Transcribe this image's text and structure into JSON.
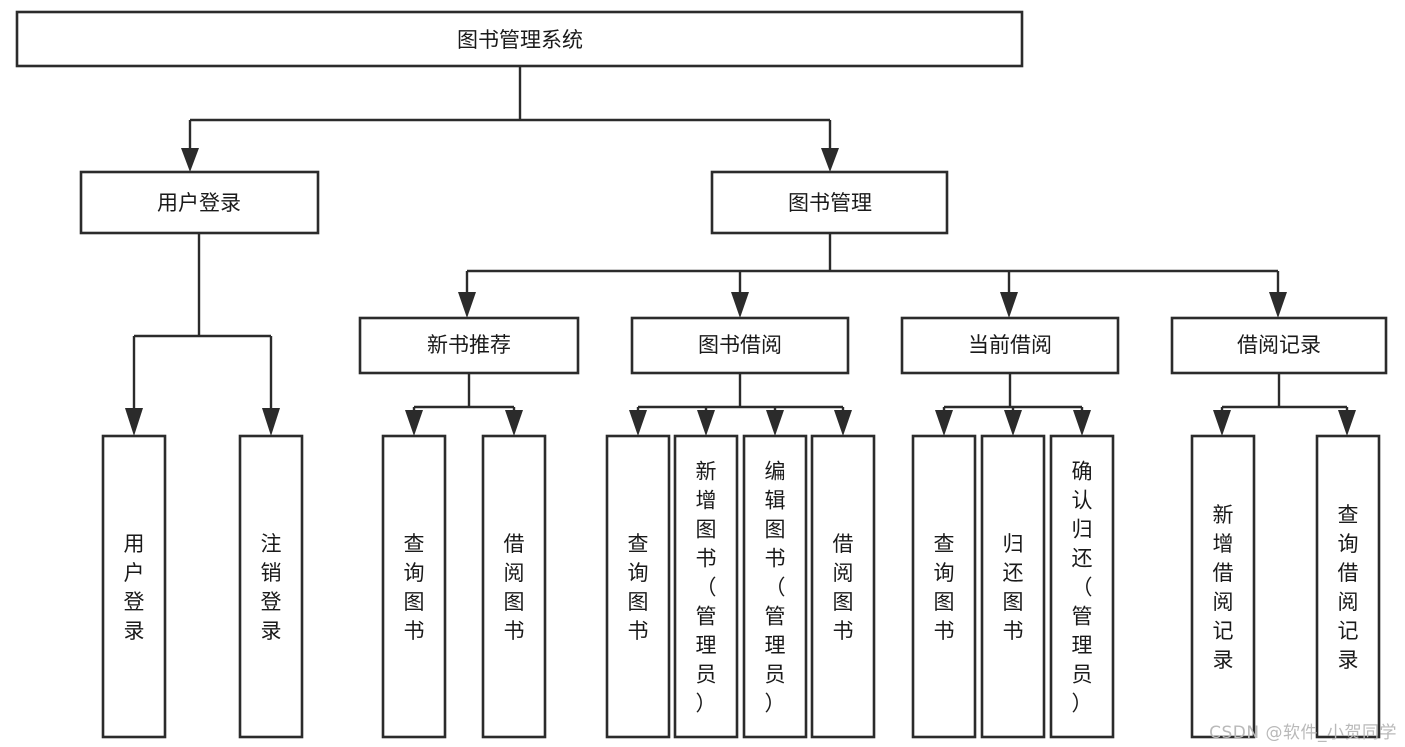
{
  "diagram": {
    "title": "图书管理系统",
    "type": "tree-hierarchy",
    "watermark": "CSDN @软件_小贺同学",
    "colors": {
      "stroke": "#2b2b2b",
      "fill": "#ffffff",
      "text": "#1a1a1a",
      "watermark": "#b9b9b9"
    },
    "levels": {
      "root": "图书管理系统",
      "level2": [
        "用户登录",
        "图书管理"
      ],
      "level3": [
        "新书推荐",
        "图书借阅",
        "当前借阅",
        "借阅记录"
      ]
    },
    "nodes": {
      "root": {
        "label": "图书管理系统",
        "orientation": "horizontal"
      },
      "user_login": {
        "label": "用户登录",
        "orientation": "horizontal"
      },
      "book_manage": {
        "label": "图书管理",
        "orientation": "horizontal"
      },
      "new_book_rec": {
        "label": "新书推荐",
        "orientation": "horizontal"
      },
      "book_borrow": {
        "label": "图书借阅",
        "orientation": "horizontal"
      },
      "current_borrow": {
        "label": "当前借阅",
        "orientation": "horizontal"
      },
      "borrow_record": {
        "label": "借阅记录",
        "orientation": "horizontal"
      },
      "leaf_user_login": {
        "label": "用户登录",
        "orientation": "vertical"
      },
      "leaf_logout": {
        "label": "注销登录",
        "orientation": "vertical"
      },
      "leaf_query_book_1": {
        "label": "查询图书",
        "orientation": "vertical"
      },
      "leaf_borrow_book_1": {
        "label": "借阅图书",
        "orientation": "vertical"
      },
      "leaf_query_book_2": {
        "label": "查询图书",
        "orientation": "vertical"
      },
      "leaf_add_book": {
        "label": "新增图书（管理员）",
        "orientation": "vertical"
      },
      "leaf_edit_book": {
        "label": "编辑图书（管理员）",
        "orientation": "vertical"
      },
      "leaf_borrow_book_2": {
        "label": "借阅图书",
        "orientation": "vertical"
      },
      "leaf_query_book_3": {
        "label": "查询图书",
        "orientation": "vertical"
      },
      "leaf_return_book": {
        "label": "归还图书",
        "orientation": "vertical"
      },
      "leaf_confirm_return": {
        "label": "确认归还（管理员）",
        "orientation": "vertical"
      },
      "leaf_add_record": {
        "label": "新增借阅记录",
        "orientation": "vertical"
      },
      "leaf_query_record": {
        "label": "查询借阅记录",
        "orientation": "vertical"
      }
    },
    "edges": [
      {
        "from": "图书管理系统",
        "to": "用户登录"
      },
      {
        "from": "图书管理系统",
        "to": "图书管理"
      },
      {
        "from": "用户登录",
        "to": "用户登录"
      },
      {
        "from": "用户登录",
        "to": "注销登录"
      },
      {
        "from": "图书管理",
        "to": "新书推荐"
      },
      {
        "from": "图书管理",
        "to": "图书借阅"
      },
      {
        "from": "图书管理",
        "to": "当前借阅"
      },
      {
        "from": "图书管理",
        "to": "借阅记录"
      },
      {
        "from": "新书推荐",
        "to": "查询图书"
      },
      {
        "from": "新书推荐",
        "to": "借阅图书"
      },
      {
        "from": "图书借阅",
        "to": "查询图书"
      },
      {
        "from": "图书借阅",
        "to": "新增图书（管理员）"
      },
      {
        "from": "图书借阅",
        "to": "编辑图书（管理员）"
      },
      {
        "from": "图书借阅",
        "to": "借阅图书"
      },
      {
        "from": "当前借阅",
        "to": "查询图书"
      },
      {
        "from": "当前借阅",
        "to": "归还图书"
      },
      {
        "from": "当前借阅",
        "to": "确认归还（管理员）"
      },
      {
        "from": "借阅记录",
        "to": "新增借阅记录"
      },
      {
        "from": "借阅记录",
        "to": "查询借阅记录"
      }
    ]
  }
}
